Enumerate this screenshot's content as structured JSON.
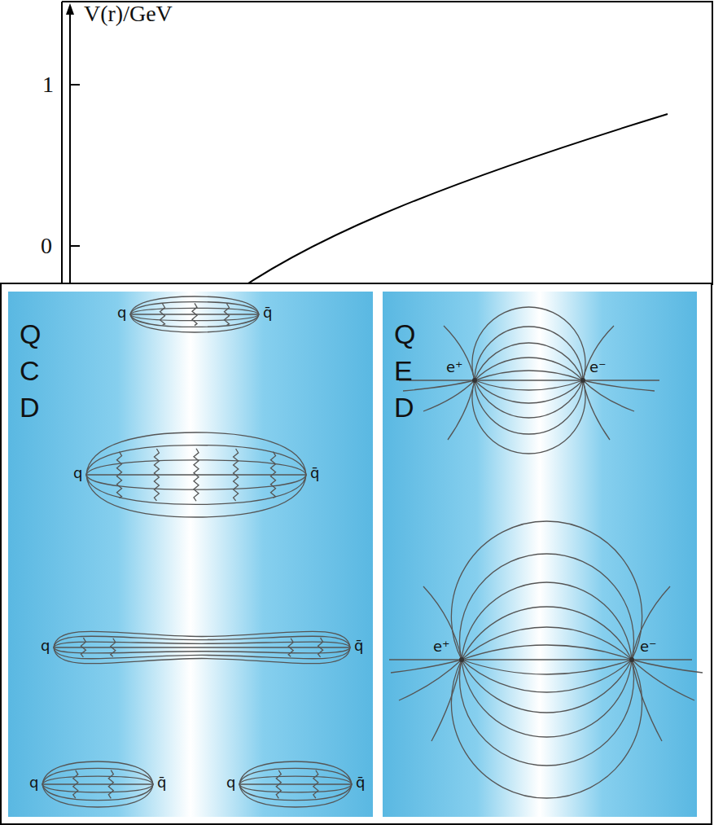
{
  "diagram": {
    "nodes": [
      {
        "text": [
          "Q C D"
        ]
      },
      {
        "text": [
          "Q E D"
        ]
      }
    ],
    "labels": [
      "V(r)/GeV",
      "1",
      "0",
      "q",
      "q̄",
      "q",
      "q̄",
      "q",
      "q̄",
      "q",
      "q̄",
      "q",
      "q̄",
      "e⁺",
      "e⁻",
      "e⁺",
      "e⁻"
    ]
  }
}
